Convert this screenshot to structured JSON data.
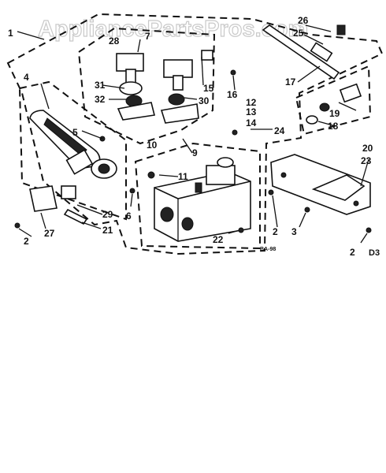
{
  "watermark": "AppliancePartsPros.com",
  "diagram_code": "D3",
  "small_code": "BA-98",
  "labels": [
    {
      "text": "1"
    },
    {
      "text": "26"
    },
    {
      "text": "25"
    },
    {
      "text": "28"
    },
    {
      "text": "7"
    },
    {
      "text": "4"
    },
    {
      "text": "31"
    },
    {
      "text": "15"
    },
    {
      "text": "17"
    },
    {
      "text": "32"
    },
    {
      "text": "30"
    },
    {
      "text": "16"
    },
    {
      "text": "12"
    },
    {
      "text": "13"
    },
    {
      "text": "19"
    },
    {
      "text": "14"
    },
    {
      "text": "5"
    },
    {
      "text": "18"
    },
    {
      "text": "24"
    },
    {
      "text": "10"
    },
    {
      "text": "9"
    },
    {
      "text": "20"
    },
    {
      "text": "23"
    },
    {
      "text": "11"
    },
    {
      "text": "6"
    },
    {
      "text": "29"
    },
    {
      "text": "27"
    },
    {
      "text": "21"
    },
    {
      "text": "2"
    },
    {
      "text": "2"
    },
    {
      "text": "3"
    },
    {
      "text": "22"
    },
    {
      "text": "2"
    }
  ]
}
